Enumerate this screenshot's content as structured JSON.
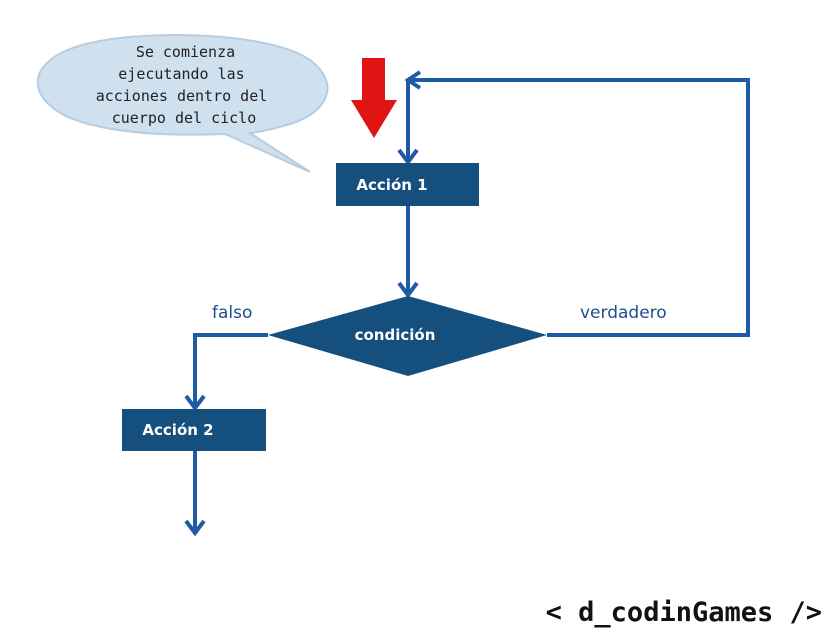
{
  "colors": {
    "node_fill": "#154f7e",
    "line": "#1e5aa6",
    "bubble_fill": "#cfe0ee",
    "bubble_stroke": "#b7cde0",
    "red_arrow": "#e11414",
    "brand_text": "#111111"
  },
  "speech_bubble": {
    "lines": [
      "Se comienza",
      "ejecutando las",
      "acciones dentro del",
      "cuerpo del ciclo"
    ]
  },
  "nodes": {
    "action1": {
      "label": "Acción 1"
    },
    "condition": {
      "label": "condición"
    },
    "action2": {
      "label": "Acción 2"
    }
  },
  "edges": {
    "false_label": "falso",
    "true_label": "verdadero"
  },
  "icons": {
    "start": "red-down-arrow-icon"
  },
  "branding": {
    "text": "< d_codinGames />"
  }
}
